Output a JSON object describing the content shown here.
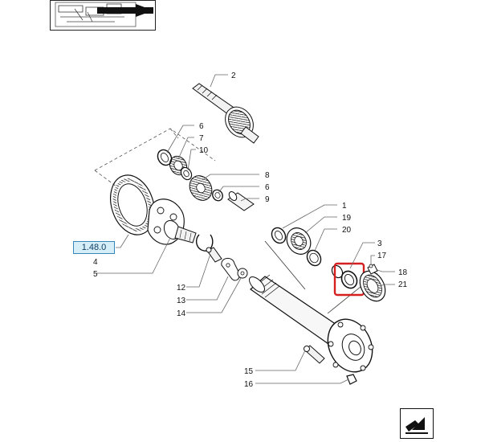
{
  "diagram": {
    "reference_link": "1.48.0",
    "callouts": {
      "c1": "1",
      "c2": "2",
      "c3": "3",
      "c4": "4",
      "c5": "5",
      "c6a": "6",
      "c6b": "6",
      "c7": "7",
      "c8": "8",
      "c9": "9",
      "c10": "10",
      "c12": "12",
      "c13": "13",
      "c14": "14",
      "c15": "15",
      "c16": "16",
      "c17": "17",
      "c18": "18",
      "c19": "19",
      "c20": "20",
      "c21": "21"
    },
    "highlight_color": "#d62020",
    "link_color": "#3a86b8"
  },
  "icons": {
    "thumbnail": "overview-thumbnail-icon",
    "nav": "next-page-arrow-icon"
  }
}
